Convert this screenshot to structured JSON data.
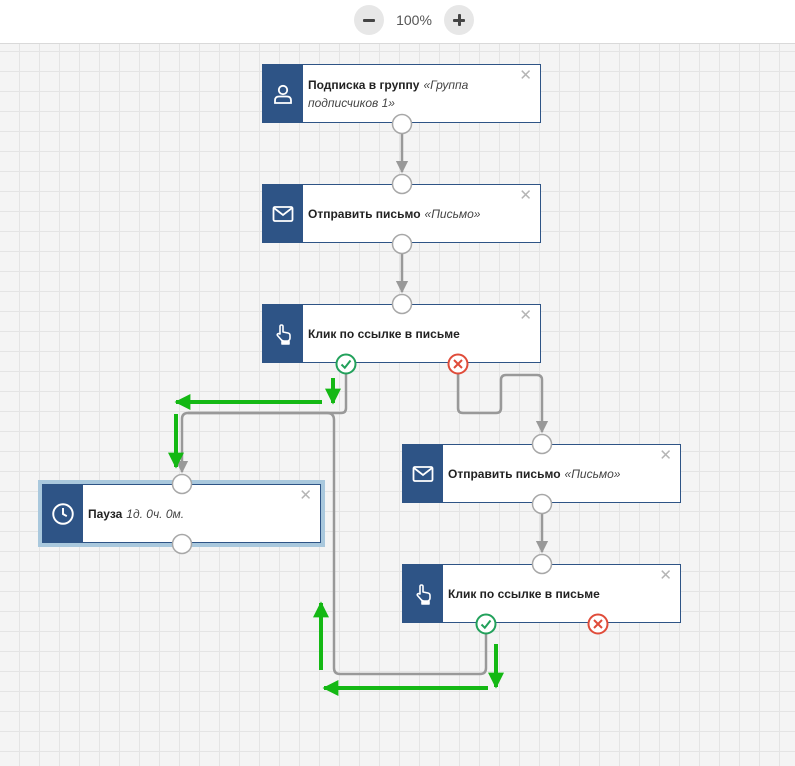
{
  "toolbar": {
    "zoom_level": "100%",
    "zoom_out_icon": "minus-icon",
    "zoom_in_icon": "plus-icon"
  },
  "nodes": [
    {
      "icon": "user-icon",
      "title": "Подписка в группу",
      "param": "«Группа подписчиков 1»"
    },
    {
      "icon": "envelope-icon",
      "title": "Отправить письмо",
      "param": "«Письмо»"
    },
    {
      "icon": "hand-click-icon",
      "title": "Клик по ссылке в письме",
      "param": ""
    },
    {
      "icon": "envelope-icon",
      "title": "Отправить письмо",
      "param": "«Письмо»"
    },
    {
      "icon": "hand-click-icon",
      "title": "Клик по ссылке в письме",
      "param": ""
    },
    {
      "icon": "clock-icon",
      "title": "Пауза",
      "param": "1д. 0ч. 0м."
    }
  ],
  "close_glyph": "✕",
  "colors": {
    "node_accent": "#2e5486",
    "connector": "#999999",
    "success": "#22a15b",
    "failure": "#e04c3a",
    "annotation_arrow": "#14b814",
    "selected_outline": "#a9c8dd"
  }
}
